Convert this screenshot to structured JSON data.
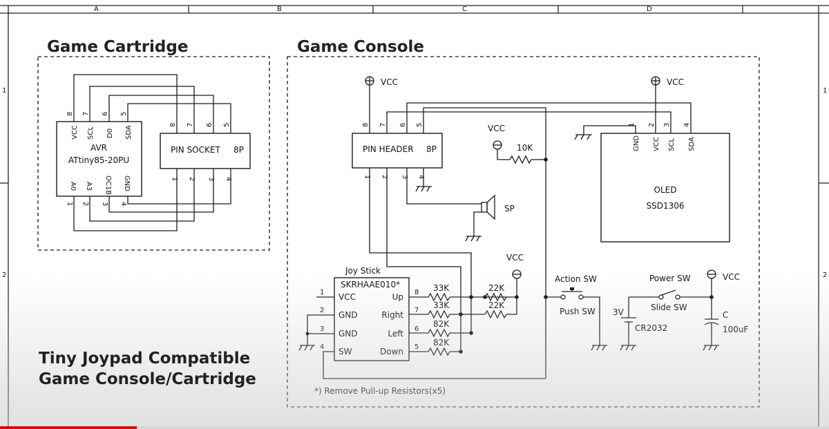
{
  "grid": {
    "cols": [
      "A",
      "B",
      "C",
      "D"
    ],
    "rows": [
      "1",
      "2"
    ]
  },
  "cartridge": {
    "title": "Game Cartridge",
    "avr": {
      "label": "AVR",
      "part": "ATtiny85-20PU",
      "top_pins": [
        {
          "num": "8",
          "name": "VCC"
        },
        {
          "num": "7",
          "name": "SCL"
        },
        {
          "num": "6",
          "name": "D0"
        },
        {
          "num": "5",
          "name": "SDA"
        }
      ],
      "bottom_pins": [
        {
          "num": "1",
          "name": "A0"
        },
        {
          "num": "2",
          "name": "A3"
        },
        {
          "num": "3",
          "name": "OC1B"
        },
        {
          "num": "4",
          "name": "GND"
        }
      ]
    },
    "socket": {
      "label": "PIN SOCKET",
      "pins_label": "8P",
      "top_nums": [
        "8",
        "7",
        "6",
        "5"
      ],
      "bottom_nums": [
        "1",
        "2",
        "3",
        "4"
      ]
    }
  },
  "console": {
    "title": "Game Console",
    "header": {
      "label": "PIN HEADER",
      "pins_label": "8P",
      "top_nums": [
        "8",
        "7",
        "6",
        "5"
      ],
      "bottom_nums": [
        "1",
        "2",
        "3",
        "4"
      ]
    },
    "vcc_label": "VCC",
    "pullup": "10K",
    "speaker": "SP",
    "oled": {
      "label": "OLED",
      "part": "SSD1306",
      "pins": [
        {
          "num": "1",
          "name": "GND"
        },
        {
          "num": "2",
          "name": "VCC"
        },
        {
          "num": "3",
          "name": "SCL"
        },
        {
          "num": "4",
          "name": "SDA"
        }
      ]
    },
    "joystick": {
      "title": "Joy Stick",
      "part": "SKRHAAE010*",
      "left_pins": [
        {
          "num": "1",
          "name": "VCC"
        },
        {
          "num": "2",
          "name": "GND"
        },
        {
          "num": "3",
          "name": "GND"
        },
        {
          "num": "4",
          "name": "SW"
        }
      ],
      "right_pins": [
        {
          "num": "8",
          "name": "Up"
        },
        {
          "num": "7",
          "name": "Right"
        },
        {
          "num": "6",
          "name": "Left"
        },
        {
          "num": "5",
          "name": "Down"
        }
      ]
    },
    "resistors": {
      "series": [
        "33K",
        "33K",
        "82K",
        "82K"
      ],
      "pullups": [
        "22K",
        "22K"
      ]
    },
    "action_sw": {
      "label": "Action SW",
      "type": "Push SW"
    },
    "power": {
      "battery_v": "3V",
      "battery": "CR2032",
      "switch": "Power SW",
      "switch_type": "Slide SW",
      "cap_label": "C",
      "cap_value": "100uF"
    },
    "note": "*) Remove Pull-up Resistors(x5)"
  },
  "caption": [
    "Tiny Joypad Compatible",
    "Game Console/Cartridge"
  ],
  "progress": {
    "fraction": 0.165,
    "color": "#ee0000"
  }
}
